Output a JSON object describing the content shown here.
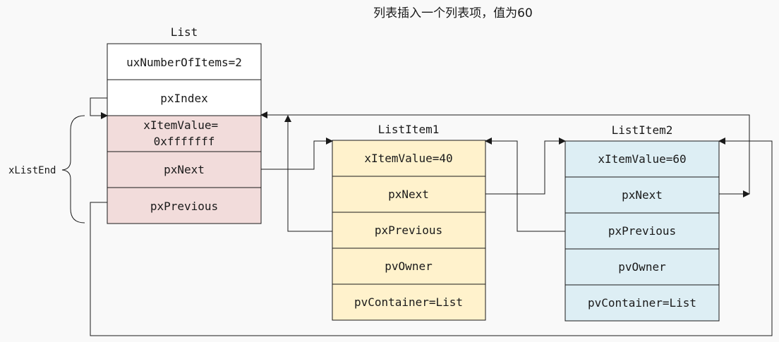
{
  "title": "列表插入一个列表项，值为60",
  "brace_label": "xListEnd",
  "colors": {
    "list_end": "#f2dcdb",
    "item1": "#fff2cc",
    "item2": "#ddeef4",
    "list_plain": "#ffffff",
    "stroke": "#1a1a1a"
  },
  "list": {
    "name": "List",
    "fields": [
      "uxNumberOfItems=2",
      "pxIndex",
      "xItemValue=\n0xfffffff",
      "pxNext",
      "pxPrevious"
    ]
  },
  "item1": {
    "name": "ListItem1",
    "fields": [
      "xItemValue=40",
      "pxNext",
      "pxPrevious",
      "pvOwner",
      "pvContainer=List"
    ]
  },
  "item2": {
    "name": "ListItem2",
    "fields": [
      "xItemValue=60",
      "pxNext",
      "pxPrevious",
      "pvOwner",
      "pvContainer=List"
    ]
  }
}
